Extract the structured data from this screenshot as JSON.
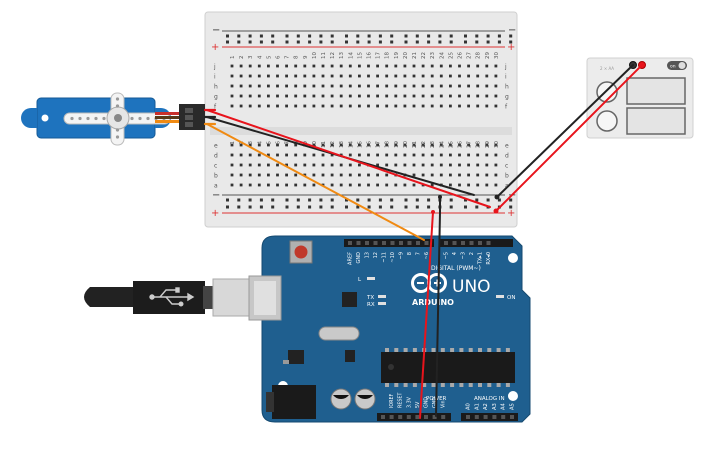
{
  "breadboard": {
    "rail_minus": "−",
    "rail_plus": "+",
    "rows_top": [
      "j",
      "i",
      "h",
      "g",
      "f"
    ],
    "rows_bottom": [
      "e",
      "d",
      "c",
      "b",
      "a"
    ],
    "column_numbers": [
      "1",
      "2",
      "3",
      "4",
      "5",
      "6",
      "7",
      "8",
      "9",
      "10",
      "11",
      "12",
      "13",
      "14",
      "15",
      "16",
      "17",
      "18",
      "19",
      "20",
      "21",
      "22",
      "23",
      "24",
      "25",
      "26",
      "27",
      "28",
      "29",
      "30"
    ]
  },
  "arduino": {
    "brand": "ARDUINO",
    "model": "UNO",
    "digital_label": "DIGITAL (PWM~)",
    "analog_label": "ANALOG IN",
    "power_label": "POWER",
    "on_label": "ON",
    "l_label": "L",
    "tx_label": "TX",
    "rx_label": "RX",
    "digital_pins": [
      "AREF",
      "GND",
      "13",
      "12",
      "~11",
      "~10",
      "~9",
      "8",
      "7",
      "~6",
      "~5",
      "4",
      "~3",
      "2",
      "TX▸1",
      "RX◂0"
    ],
    "power_pins": [
      "IOREF",
      "RESET",
      "3.3V",
      "5V",
      "GND",
      "GND",
      "Vin"
    ],
    "analog_pins": [
      "A0",
      "A1",
      "A2",
      "A3",
      "A4",
      "A5"
    ]
  },
  "battery": {
    "label": "2 × AA",
    "switch_label": "on"
  },
  "colors": {
    "wire_red": "#e8141c",
    "wire_black": "#222222",
    "wire_orange": "#f08a12",
    "board_blue": "#1f5f8f",
    "servo_blue": "#1e73be"
  }
}
